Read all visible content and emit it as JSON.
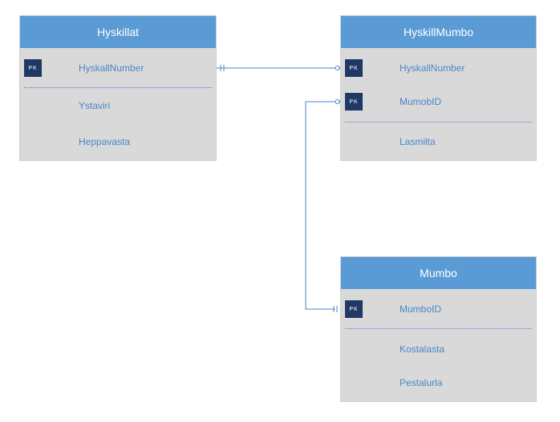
{
  "entities": {
    "hyskillat": {
      "title": "Hyskillat",
      "pk_badge": "PK",
      "attributes": [
        "HyskallNumber",
        "Ystaviri",
        "Heppavasta"
      ]
    },
    "hyskillmumbo": {
      "title": "HyskillMumbo",
      "pk_badge": "PK",
      "attributes": [
        "HyskallNumber",
        "MumobID",
        "Lasmilta"
      ]
    },
    "mumbo": {
      "title": "Mumbo",
      "pk_badge": "PK",
      "attributes": [
        "MumboID",
        "Kostalasta",
        "Pestalurla"
      ]
    }
  },
  "colors": {
    "header": "#5b9bd5",
    "body": "#d9d9d9",
    "pk_badge": "#1f3864",
    "attribute_text": "#4a86c8",
    "connector": "#4a86c8"
  }
}
